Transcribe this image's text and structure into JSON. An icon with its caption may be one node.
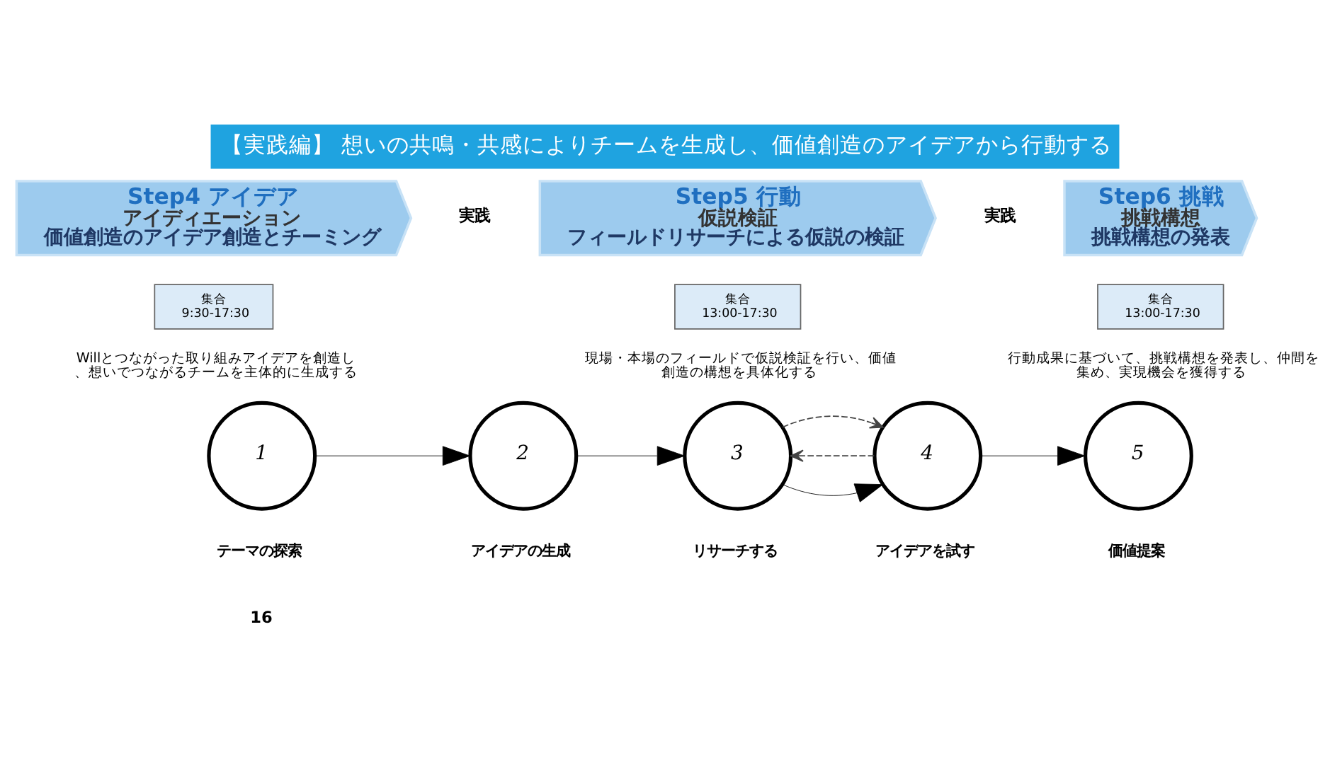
{
  "diagram": {
    "title": "【実践編】 想いの共鳴・共感によりチームを生成し、価値創造のアイデアから行動する",
    "nodes": [
      {
        "text": [
          "Step4 アイデア",
          "アイディエーション",
          "価値創造のアイデア創造とチーミング"
        ]
      },
      {
        "text": [
          "集合",
          "9:30-17:30"
        ],
        "beside": [
          "Willとつながった取り組みアイデアを創造し、想いでつながるチームを主体的に生成する"
        ]
      },
      {
        "text": [
          "Step5 行動",
          "仮説検証",
          "フィールドリサーチによる仮説の検証"
        ]
      },
      {
        "text": [
          "集合",
          "13:00-17:30"
        ],
        "beside": [
          "現場・本場のフィールドで仮説検証を行い、価値創造の構想を具体化する"
        ]
      },
      {
        "text": [
          "Step6 挑戦",
          "挑戦構想",
          "挑戦構想の発表"
        ]
      },
      {
        "text": [
          "集合",
          "13:00-17:30"
        ],
        "beside": [
          "行動成果に基づいて、挑戦構想を発表し、仲間を集め、実現機会を獲得する"
        ]
      },
      {
        "text": [
          "1"
        ],
        "beside": [
          "テーマの探索"
        ]
      },
      {
        "text": [
          "2"
        ],
        "beside": [
          "アイデアの生成"
        ]
      },
      {
        "text": [
          "3"
        ],
        "beside": [
          "リサーチする"
        ]
      },
      {
        "text": [
          "4"
        ],
        "beside": [
          "アイデアを試す"
        ]
      },
      {
        "text": [
          "5"
        ],
        "beside": [
          "価値提案"
        ]
      }
    ],
    "edges": [
      {
        "from": 6,
        "to": 7,
        "arrow": "to"
      },
      {
        "from": 7,
        "to": 8,
        "arrow": "to"
      },
      {
        "from": 8,
        "to": 9,
        "arrow": "to"
      },
      {
        "from": 9,
        "to": 10,
        "arrow": "to"
      },
      {
        "from": 9,
        "to": 8,
        "arrow": "to",
        "style": "dashed"
      },
      {
        "from": 8,
        "to": 9,
        "arrow": "to",
        "style": "dashed"
      }
    ],
    "labels": [
      "実践",
      "実践",
      "16"
    ]
  }
}
